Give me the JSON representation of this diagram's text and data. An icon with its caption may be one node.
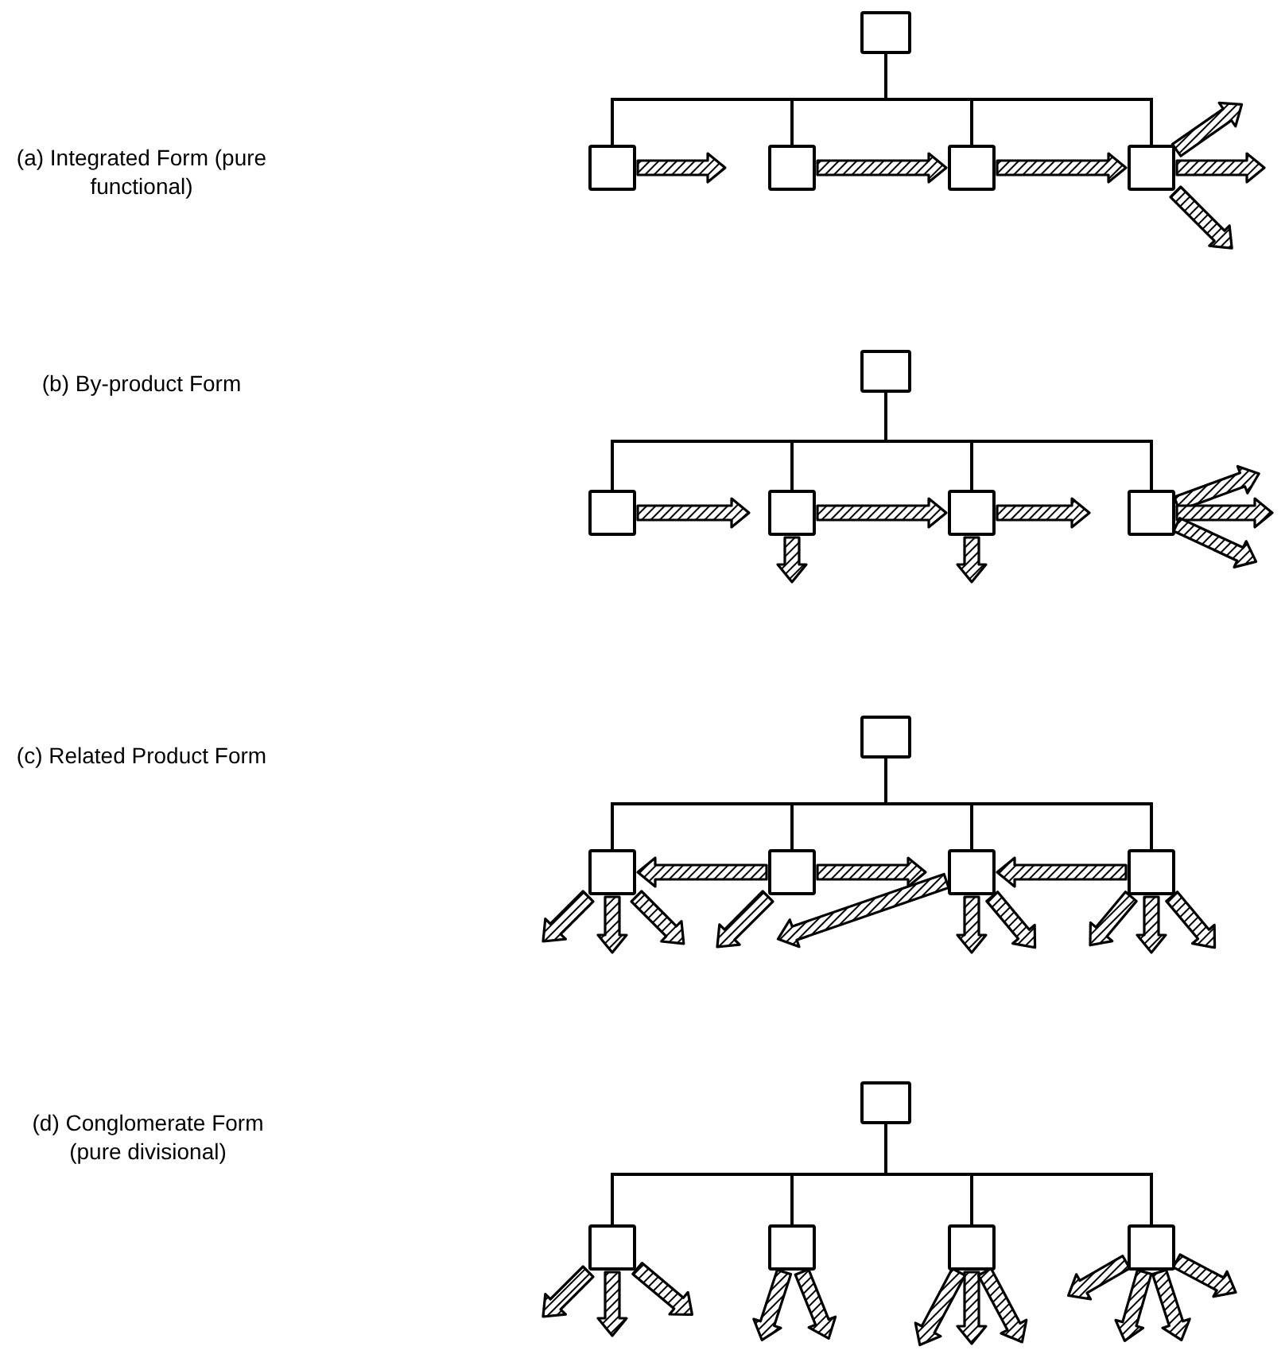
{
  "diagram": {
    "nodes": [
      {
        "text": [],
        "shape": "box"
      },
      {
        "text": [],
        "shape": "box"
      },
      {
        "text": [],
        "shape": "box"
      },
      {
        "text": [],
        "shape": "box"
      },
      {
        "text": [],
        "shape": "box"
      },
      {
        "text": [],
        "shape": "box"
      },
      {
        "text": [],
        "shape": "box"
      },
      {
        "text": [],
        "shape": "box"
      },
      {
        "text": [],
        "shape": "box"
      },
      {
        "text": [],
        "shape": "box"
      },
      {
        "text": [],
        "shape": "box"
      },
      {
        "text": [],
        "shape": "box"
      },
      {
        "text": [],
        "shape": "box"
      },
      {
        "text": [],
        "shape": "box"
      },
      {
        "text": [],
        "shape": "box"
      },
      {
        "text": [],
        "shape": "box"
      },
      {
        "text": [],
        "shape": "box"
      },
      {
        "text": [],
        "shape": "box"
      },
      {
        "text": [],
        "shape": "box"
      },
      {
        "text": [],
        "shape": "box"
      }
    ],
    "edges": [
      {
        "from": 0,
        "to": 1,
        "arrow": "none"
      },
      {
        "from": 0,
        "to": 2,
        "arrow": "none"
      },
      {
        "from": 0,
        "to": 3,
        "arrow": "none"
      },
      {
        "from": 0,
        "to": 4,
        "arrow": "none"
      },
      {
        "from": 1,
        "to": null,
        "arrow": "to",
        "style": "thick"
      },
      {
        "from": 2,
        "to": 3,
        "arrow": "to",
        "style": "thick"
      },
      {
        "from": 3,
        "to": 4,
        "arrow": "to",
        "style": "thick"
      },
      {
        "from": 4,
        "to": null,
        "arrow": "to",
        "style": "thick"
      },
      {
        "from": 4,
        "to": null,
        "arrow": "to",
        "style": "thick"
      },
      {
        "from": 4,
        "to": null,
        "arrow": "to",
        "style": "thick"
      },
      {
        "from": 5,
        "to": 6,
        "arrow": "none"
      },
      {
        "from": 5,
        "to": 7,
        "arrow": "none"
      },
      {
        "from": 5,
        "to": 8,
        "arrow": "none"
      },
      {
        "from": 5,
        "to": 9,
        "arrow": "none"
      },
      {
        "from": 6,
        "to": null,
        "arrow": "to",
        "style": "thick"
      },
      {
        "from": 7,
        "to": 8,
        "arrow": "to",
        "style": "thick"
      },
      {
        "from": 8,
        "to": null,
        "arrow": "to",
        "style": "thick"
      },
      {
        "from": 7,
        "to": null,
        "arrow": "to",
        "style": "thick"
      },
      {
        "from": 8,
        "to": null,
        "arrow": "to",
        "style": "thick"
      },
      {
        "from": 9,
        "to": null,
        "arrow": "to",
        "style": "thick"
      },
      {
        "from": 9,
        "to": null,
        "arrow": "to",
        "style": "thick"
      },
      {
        "from": 9,
        "to": null,
        "arrow": "to",
        "style": "thick"
      },
      {
        "from": 10,
        "to": 11,
        "arrow": "none"
      },
      {
        "from": 10,
        "to": 12,
        "arrow": "none"
      },
      {
        "from": 10,
        "to": 13,
        "arrow": "none"
      },
      {
        "from": 10,
        "to": 14,
        "arrow": "none"
      },
      {
        "from": 12,
        "to": 11,
        "arrow": "to",
        "style": "thick"
      },
      {
        "from": 12,
        "to": null,
        "arrow": "to",
        "style": "thick"
      },
      {
        "from": 14,
        "to": 13,
        "arrow": "to",
        "style": "thick"
      },
      {
        "from": 11,
        "to": null,
        "arrow": "to",
        "style": "thick"
      },
      {
        "from": 11,
        "to": null,
        "arrow": "to",
        "style": "thick"
      },
      {
        "from": 11,
        "to": null,
        "arrow": "to",
        "style": "thick"
      },
      {
        "from": 12,
        "to": null,
        "arrow": "to",
        "style": "thick"
      },
      {
        "from": 13,
        "to": null,
        "arrow": "to",
        "style": "thick"
      },
      {
        "from": 13,
        "to": null,
        "arrow": "to",
        "style": "thick"
      },
      {
        "from": 13,
        "to": null,
        "arrow": "to",
        "style": "thick"
      },
      {
        "from": 14,
        "to": null,
        "arrow": "to",
        "style": "thick"
      },
      {
        "from": 14,
        "to": null,
        "arrow": "to",
        "style": "thick"
      },
      {
        "from": 14,
        "to": null,
        "arrow": "to",
        "style": "thick"
      },
      {
        "from": 15,
        "to": 16,
        "arrow": "none"
      },
      {
        "from": 15,
        "to": 17,
        "arrow": "none"
      },
      {
        "from": 15,
        "to": 18,
        "arrow": "none"
      },
      {
        "from": 15,
        "to": 19,
        "arrow": "none"
      },
      {
        "from": 16,
        "to": null,
        "arrow": "to",
        "style": "thick"
      },
      {
        "from": 16,
        "to": null,
        "arrow": "to",
        "style": "thick"
      },
      {
        "from": 16,
        "to": null,
        "arrow": "to",
        "style": "thick"
      },
      {
        "from": 17,
        "to": null,
        "arrow": "to",
        "style": "thick"
      },
      {
        "from": 17,
        "to": null,
        "arrow": "to",
        "style": "thick"
      },
      {
        "from": 18,
        "to": null,
        "arrow": "to",
        "style": "thick"
      },
      {
        "from": 18,
        "to": null,
        "arrow": "to",
        "style": "thick"
      },
      {
        "from": 18,
        "to": null,
        "arrow": "to",
        "style": "thick"
      },
      {
        "from": 19,
        "to": null,
        "arrow": "to",
        "style": "thick"
      },
      {
        "from": 19,
        "to": null,
        "arrow": "to",
        "style": "thick"
      },
      {
        "from": 19,
        "to": null,
        "arrow": "to",
        "style": "thick"
      },
      {
        "from": 19,
        "to": null,
        "arrow": "to",
        "style": "thick"
      }
    ],
    "labels": [
      "(a) Integrated Form (pure functional)",
      "(b) By-product Form",
      "(c) Related Product Form",
      "(d) Conglomerate Form (pure divisional)"
    ]
  }
}
